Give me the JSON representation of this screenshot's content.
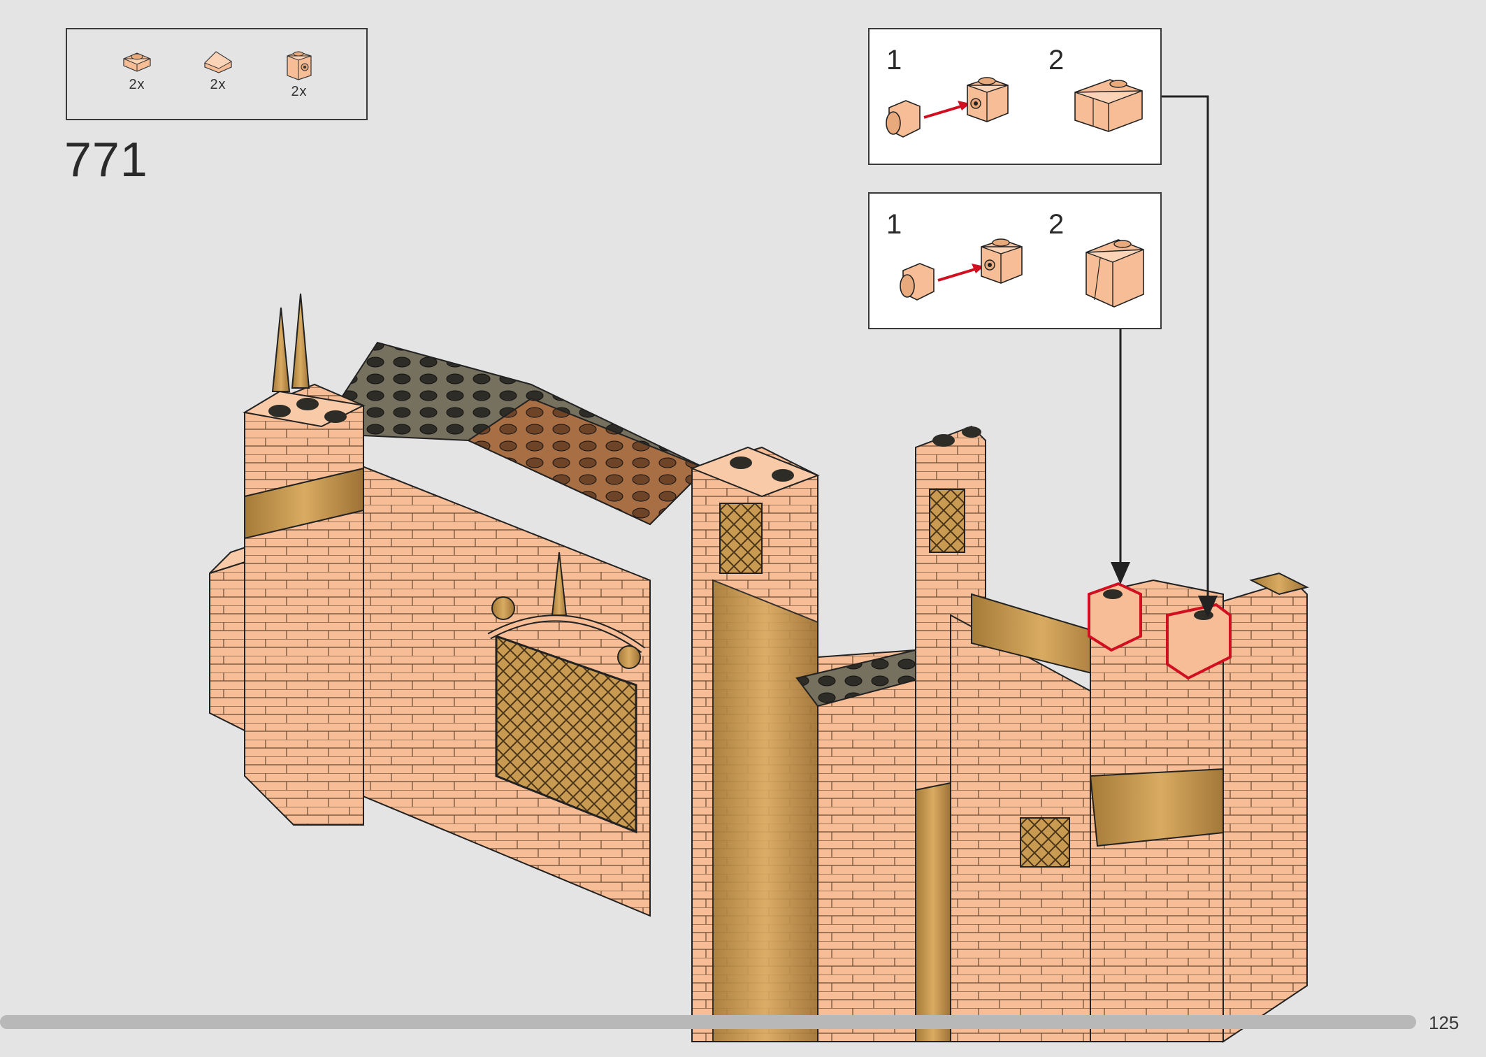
{
  "parts_list": {
    "items": [
      {
        "icon": "plate-1x1-icon",
        "qty": "2x"
      },
      {
        "icon": "slope-tile-icon",
        "qty": "2x"
      },
      {
        "icon": "brick-1x1-stud-side-icon",
        "qty": "2x"
      }
    ]
  },
  "step": {
    "number": "771"
  },
  "callouts": [
    {
      "sub1": "1",
      "sub2": "2"
    },
    {
      "sub1": "1",
      "sub2": "2"
    }
  ],
  "colors": {
    "background": "#e4e4e4",
    "brick_light": "#f6bd96",
    "brick_gold": "#c99b52",
    "stud_dark": "#3e3e38",
    "highlight": "#d01020"
  },
  "page": {
    "number": "125",
    "progress": 0.953
  }
}
